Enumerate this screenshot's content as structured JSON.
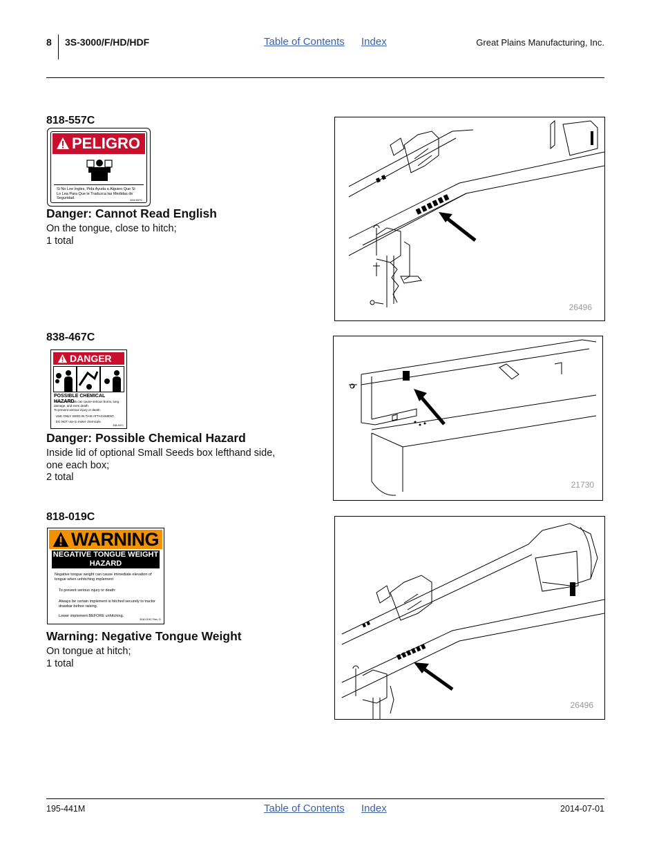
{
  "header": {
    "page_number": "8",
    "model": "3S-3000/F/HD/HDF",
    "toc_link": "Table of Contents",
    "index_link": "Index",
    "company": "Great Plains Manufacturing, Inc."
  },
  "decals": [
    {
      "part_number": "818-557C",
      "label_banner": "PELIGRO",
      "label_text": "Si No Lee Ingles, Pida Ayuda a Alguien Que Si Lo Lea Para Que le Traduzca las Medidas de Seguridad.",
      "label_code": "818-557C",
      "title": "Danger: Cannot Read English",
      "desc_line1": "On the tongue, close to hitch;",
      "desc_line2": "1 total",
      "figure_number": "26496"
    },
    {
      "part_number": "838-467C",
      "label_banner": "DANGER",
      "label_heading": "POSSIBLE CHEMICAL HAZARD",
      "label_text1": "Some chemicals can cause serious burns, lung damage, and even death.",
      "label_text2": "To prevent serious injury or death:",
      "label_text3": "· USE ONLY SEED IN THIS ATTACHMENT.",
      "label_text4": "· DO NOT use to meter chemicals.",
      "label_code": "838-467C",
      "title": "Danger: Possible Chemical Hazard",
      "desc_line1": "Inside lid of optional Small Seeds box lefthand side,",
      "desc_line2": "one each box;",
      "desc_line3": "2 total",
      "figure_number": "21730"
    },
    {
      "part_number": "818-019C",
      "label_banner": "WARNING",
      "label_heading": "NEGATIVE TONGUE WEIGHT HAZARD",
      "label_text1": "Negative tongue weight can cause immediate elevation of tongue when unhitching implement",
      "label_text2": "To prevent serious injury or death:",
      "label_text3": "Always be certain implement is hitched securely to tractor drawbar before raising.",
      "label_text4": "Lower implement BEFORE unhitching.",
      "label_code": "818-019C Rev. D",
      "title": "Warning: Negative Tongue Weight",
      "desc_line1": "On tongue at hitch;",
      "desc_line2": "1 total",
      "figure_number": "26496"
    }
  ],
  "footer": {
    "doc_number": "195-441M",
    "toc_link": "Table of Contents",
    "index_link": "Index",
    "date": "2014-07-01"
  },
  "colors": {
    "danger_red": "#c8102e",
    "warning_orange": "#f39200",
    "link_blue": "#3a5fa8"
  }
}
